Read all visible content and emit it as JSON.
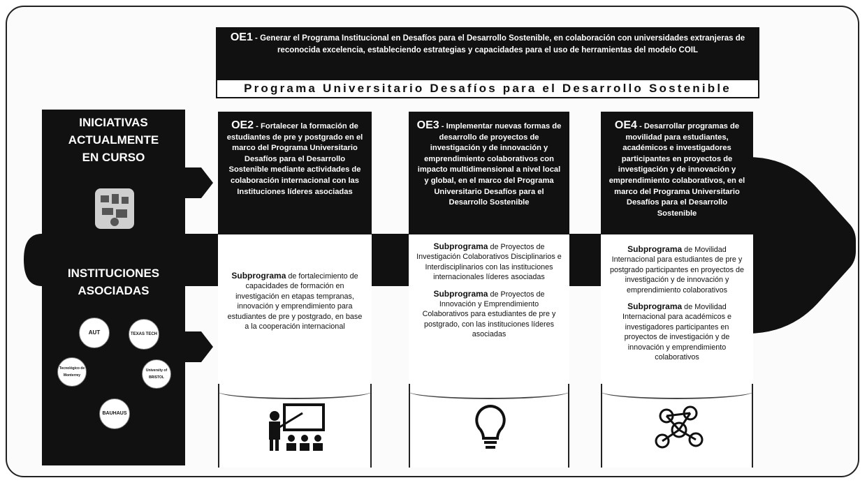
{
  "oe1": {
    "code": "OE1",
    "text": " - Generar el Programa Institucional en Desafíos para el Desarrollo Sostenible, en colaboración con universidades extranjeras de reconocida excelencia, estableciendo estrategias y capacidades para el uso de herramientas del modelo COIL"
  },
  "program_title": "Programa Universitario Desafíos para el Desarrollo Sostenible",
  "sidebar": {
    "initiatives": "INICIATIVAS ACTUALMENTE EN CURSO",
    "institutions": "INSTITUCIONES ASOCIADAS",
    "logos": [
      "AUT",
      "TEXAS TECH",
      "Tecnológico de Monterrey",
      "University of BRISTOL",
      "BAUHAUS"
    ]
  },
  "objectives": [
    {
      "code": "OE2",
      "text": " - Fortalecer la formación de estudiantes de pre y postgrado en el marco del Programa Universitario Desafíos para el Desarrollo Sostenible mediante actividades de colaboración internacional con las Instituciones líderes asociadas",
      "subprograms": [
        {
          "bold": "Subprograma",
          "text": " de fortalecimiento de capacidades de formación en investigación en etapas tempranas, innovación y emprendimiento para estudiantes de pre y postgrado, en base a la cooperación internacional"
        }
      ],
      "icon": "teacher-presentation-icon"
    },
    {
      "code": "OE3",
      "text": " - Implementar nuevas formas de desarrollo de proyectos de investigación y de innovación y emprendimiento colaborativos con impacto multidimensional a nivel local y global, en el marco del Programa Universitario Desafíos para el Desarrollo Sostenible",
      "subprograms": [
        {
          "bold": "Subprograma",
          "text": " de Proyectos de Investigación Colaborativos Disciplinarios e Interdisciplinarios con las instituciones internacionales líderes asociadas"
        },
        {
          "bold": "Subprograma",
          "text": " de Proyectos de Innovación y Emprendimiento Colaborativos para estudiantes de pre y postgrado, con las instituciones líderes asociadas"
        }
      ],
      "icon": "lightbulb-icon"
    },
    {
      "code": "OE4",
      "text": " - Desarrollar programas de movilidad para estudiantes, académicos e investigadores participantes en proyectos de investigación y de innovación y emprendimiento colaborativos, en el marco del Programa Universitario Desafíos para el Desarrollo Sostenible",
      "subprograms": [
        {
          "bold": "Subprograma",
          "text": " de Movilidad Internacional para estudiantes de pre y postgrado participantes en proyectos de investigación y de innovación y emprendimiento colaborativos"
        },
        {
          "bold": "Subprograma",
          "text": " de Movilidad Internacional para académicos e investigadores participantes en proyectos de investigación y de innovación y emprendimiento colaborativos"
        }
      ],
      "icon": "network-people-icon"
    }
  ]
}
